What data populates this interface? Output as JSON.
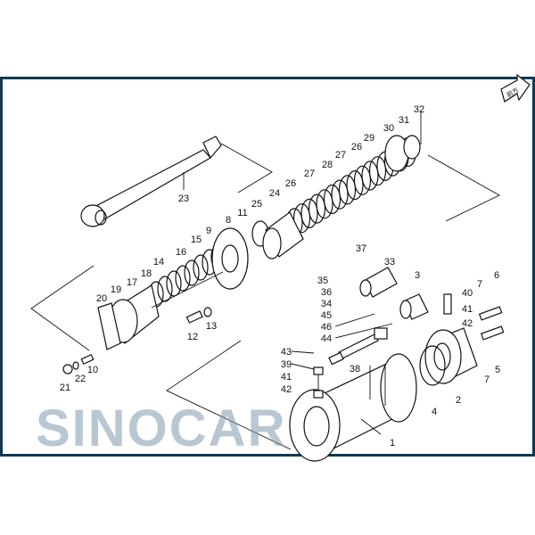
{
  "diagram": {
    "watermark": "SINOCAR",
    "direction_sign": "前方",
    "part_labels": [
      "23",
      "32",
      "31",
      "30",
      "29",
      "26",
      "27",
      "28",
      "27",
      "26",
      "24",
      "25",
      "11",
      "8",
      "9",
      "15",
      "16",
      "14",
      "18",
      "17",
      "19",
      "20",
      "12",
      "13",
      "10",
      "22",
      "21",
      "37",
      "33",
      "3",
      "35",
      "36",
      "34",
      "45",
      "46",
      "44",
      "43",
      "39",
      "41",
      "42",
      "38",
      "40",
      "41",
      "42",
      "7",
      "6",
      "7",
      "5",
      "2",
      "4",
      "1"
    ],
    "colors": {
      "frame": "#0d3a55",
      "watermark": "#7f9aae",
      "line": "#111111"
    }
  }
}
